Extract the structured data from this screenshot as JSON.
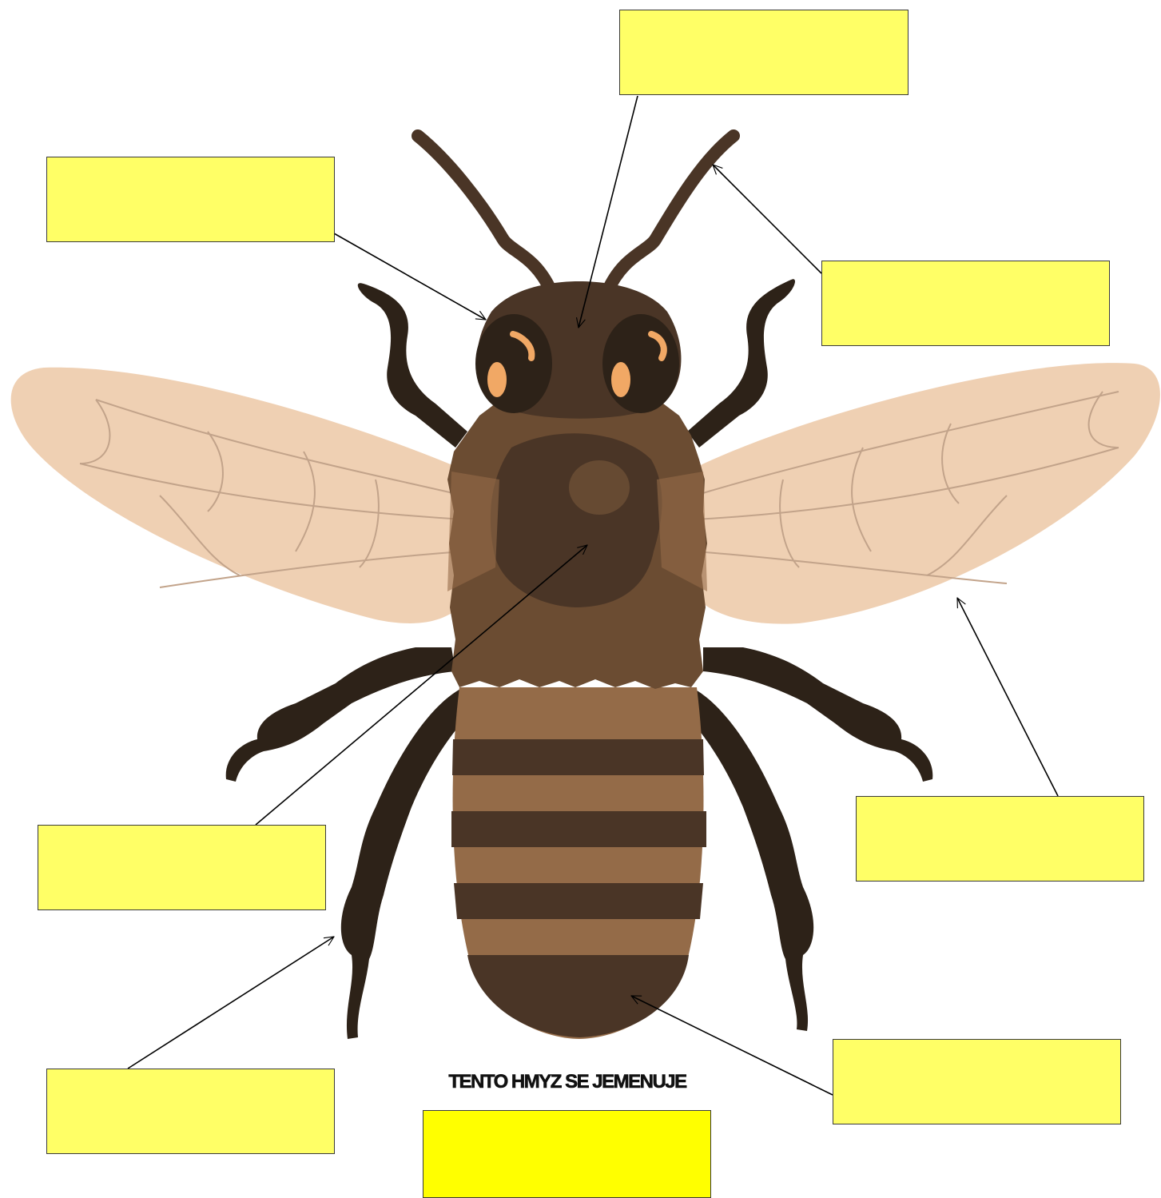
{
  "worksheet": {
    "caption": "TENTO HMYZ SE JEMENUJE",
    "answer_value": "",
    "labels": [
      {
        "id": "head",
        "value": ""
      },
      {
        "id": "eye",
        "value": ""
      },
      {
        "id": "antenna",
        "value": ""
      },
      {
        "id": "thorax",
        "value": ""
      },
      {
        "id": "wing",
        "value": ""
      },
      {
        "id": "leg",
        "value": ""
      },
      {
        "id": "abdomen",
        "value": ""
      }
    ]
  },
  "colors": {
    "label_fill": "#ffff66",
    "answer_fill": "#ffff00",
    "body_dark": "#2d2218",
    "body_brown": "#4a3526",
    "fur": "#6b4c32",
    "stripe_light": "#946b48",
    "wing": "#efd0b3",
    "wing_vein": "#c2a38a",
    "eye_spot": "#f1a865"
  },
  "icons": [
    "arrow-icon"
  ]
}
